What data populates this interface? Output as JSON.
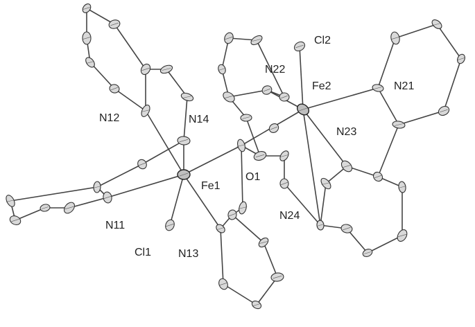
{
  "figure": {
    "labels": {
      "cl2": "Cl2",
      "n22": "N22",
      "fe2": "Fe2",
      "n21": "N21",
      "n12": "N12",
      "n14": "N14",
      "n23": "N23",
      "fe1": "Fe1",
      "o1": "O1",
      "n11": "N11",
      "n24": "N24",
      "cl1": "Cl1",
      "n13": "N13"
    }
  }
}
